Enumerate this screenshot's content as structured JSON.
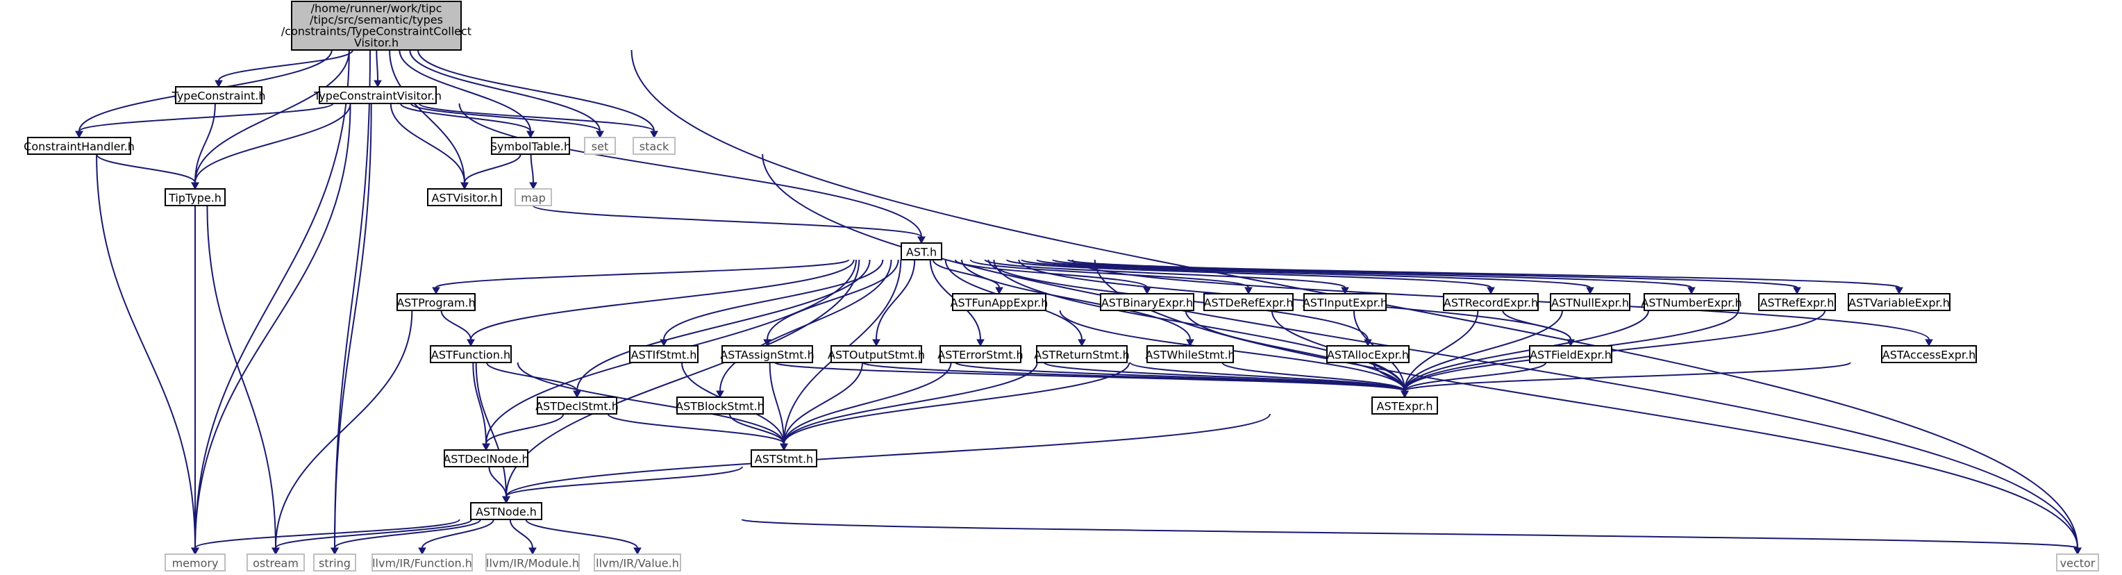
{
  "graph": {
    "root": [
      "/home/runner/work/tipc",
      "/tipc/src/semantic/types",
      "/constraints/TypeConstraintCollect",
      "Visitor.h"
    ],
    "nodes": {
      "TypeConstraint": "TypeConstraint.h",
      "TypeConstraintVisitor": "TypeConstraintVisitor.h",
      "ConstraintHandler": "ConstraintHandler.h",
      "TipType": "TipType.h",
      "SymbolTable": "SymbolTable.h",
      "set": "set",
      "stack": "stack",
      "map": "map",
      "ASTVisitor": "ASTVisitor.h",
      "AST": "AST.h",
      "ASTProgram": "ASTProgram.h",
      "ASTFunction": "ASTFunction.h",
      "ASTDeclStmt": "ASTDeclStmt.h",
      "ASTDeclNode": "ASTDeclNode.h",
      "ASTNode": "ASTNode.h",
      "ASTStmt": "ASTStmt.h",
      "ASTExpr": "ASTExpr.h",
      "ASTIfStmt": "ASTIfStmt.h",
      "ASTAssignStmt": "ASTAssignStmt.h",
      "ASTOutputStmt": "ASTOutputStmt.h",
      "ASTErrorStmt": "ASTErrorStmt.h",
      "ASTReturnStmt": "ASTReturnStmt.h",
      "ASTWhileStmt": "ASTWhileStmt.h",
      "ASTBlockStmt": "ASTBlockStmt.h",
      "ASTFunAppExpr": "ASTFunAppExpr.h",
      "ASTBinaryExpr": "ASTBinaryExpr.h",
      "ASTDeRefExpr": "ASTDeRefExpr.h",
      "ASTInputExpr": "ASTInputExpr.h",
      "ASTAllocExpr": "ASTAllocExpr.h",
      "ASTRecordExpr": "ASTRecordExpr.h",
      "ASTFieldExpr": "ASTFieldExpr.h",
      "ASTNullExpr": "ASTNullExpr.h",
      "ASTNumberExpr": "ASTNumberExpr.h",
      "ASTRefExpr": "ASTRefExpr.h",
      "ASTVariableExpr": "ASTVariableExpr.h",
      "ASTAccessExpr": "ASTAccessExpr.h",
      "memory": "memory",
      "ostream": "ostream",
      "string": "string",
      "llvmFunction": "llvm/IR/Function.h",
      "llvmModule": "llvm/IR/Module.h",
      "llvmValue": "llvm/IR/Value.h",
      "vector": "vector"
    },
    "edges": [
      [
        "root",
        "TypeConstraint"
      ],
      [
        "root",
        "TypeConstraintVisitor"
      ],
      [
        "root",
        "ConstraintHandler"
      ],
      [
        "root",
        "TipType"
      ],
      [
        "root",
        "SymbolTable"
      ],
      [
        "root",
        "set"
      ],
      [
        "root",
        "stack"
      ],
      [
        "root",
        "ASTVisitor"
      ],
      [
        "root",
        "memory"
      ],
      [
        "root",
        "string"
      ],
      [
        "root",
        "vector"
      ],
      [
        "TypeConstraint",
        "TipType"
      ],
      [
        "TypeConstraintVisitor",
        "ConstraintHandler"
      ],
      [
        "TypeConstraintVisitor",
        "TipType"
      ],
      [
        "TypeConstraintVisitor",
        "SymbolTable"
      ],
      [
        "TypeConstraintVisitor",
        "set"
      ],
      [
        "TypeConstraintVisitor",
        "stack"
      ],
      [
        "TypeConstraintVisitor",
        "ASTVisitor"
      ],
      [
        "TypeConstraintVisitor",
        "AST"
      ],
      [
        "TypeConstraintVisitor",
        "memory"
      ],
      [
        "TypeConstraintVisitor",
        "string"
      ],
      [
        "ConstraintHandler",
        "TipType"
      ],
      [
        "ConstraintHandler",
        "memory"
      ],
      [
        "TipType",
        "memory"
      ],
      [
        "TipType",
        "ostream"
      ],
      [
        "SymbolTable",
        "ASTVisitor"
      ],
      [
        "SymbolTable",
        "map"
      ],
      [
        "SymbolTable",
        "vector"
      ],
      [
        "ASTVisitor",
        "AST"
      ],
      [
        "AST",
        "ASTProgram"
      ],
      [
        "AST",
        "ASTFunction"
      ],
      [
        "AST",
        "ASTDeclStmt"
      ],
      [
        "AST",
        "ASTDeclNode"
      ],
      [
        "AST",
        "ASTStmt"
      ],
      [
        "AST",
        "ASTIfStmt"
      ],
      [
        "AST",
        "ASTAssignStmt"
      ],
      [
        "AST",
        "ASTOutputStmt"
      ],
      [
        "AST",
        "ASTErrorStmt"
      ],
      [
        "AST",
        "ASTReturnStmt"
      ],
      [
        "AST",
        "ASTWhileStmt"
      ],
      [
        "AST",
        "ASTBlockStmt"
      ],
      [
        "AST",
        "ASTFunAppExpr"
      ],
      [
        "AST",
        "ASTBinaryExpr"
      ],
      [
        "AST",
        "ASTDeRefExpr"
      ],
      [
        "AST",
        "ASTInputExpr"
      ],
      [
        "AST",
        "ASTAllocExpr"
      ],
      [
        "AST",
        "ASTRecordExpr"
      ],
      [
        "AST",
        "ASTFieldExpr"
      ],
      [
        "AST",
        "ASTNullExpr"
      ],
      [
        "AST",
        "ASTNumberExpr"
      ],
      [
        "AST",
        "ASTRefExpr"
      ],
      [
        "AST",
        "ASTVariableExpr"
      ],
      [
        "AST",
        "ASTAccessExpr"
      ],
      [
        "AST",
        "ASTExpr"
      ],
      [
        "AST",
        "ASTNode"
      ],
      [
        "AST",
        "vector"
      ],
      [
        "ASTProgram",
        "ASTFunction"
      ],
      [
        "ASTProgram",
        "ostream"
      ],
      [
        "ASTFunction",
        "ASTDeclStmt"
      ],
      [
        "ASTFunction",
        "ASTDeclNode"
      ],
      [
        "ASTFunction",
        "ASTStmt"
      ],
      [
        "ASTFunction",
        "ASTNode"
      ],
      [
        "ASTDeclStmt",
        "ASTDeclNode"
      ],
      [
        "ASTDeclStmt",
        "ASTStmt"
      ],
      [
        "ASTDeclNode",
        "ASTNode"
      ],
      [
        "ASTStmt",
        "ASTNode"
      ],
      [
        "ASTExpr",
        "ASTNode"
      ],
      [
        "ASTIfStmt",
        "ASTStmt"
      ],
      [
        "ASTIfStmt",
        "ASTExpr"
      ],
      [
        "ASTAssignStmt",
        "ASTStmt"
      ],
      [
        "ASTAssignStmt",
        "ASTExpr"
      ],
      [
        "ASTOutputStmt",
        "ASTStmt"
      ],
      [
        "ASTOutputStmt",
        "ASTExpr"
      ],
      [
        "ASTErrorStmt",
        "ASTStmt"
      ],
      [
        "ASTErrorStmt",
        "ASTExpr"
      ],
      [
        "ASTReturnStmt",
        "ASTStmt"
      ],
      [
        "ASTReturnStmt",
        "ASTExpr"
      ],
      [
        "ASTWhileStmt",
        "ASTStmt"
      ],
      [
        "ASTWhileStmt",
        "ASTExpr"
      ],
      [
        "ASTBlockStmt",
        "ASTStmt"
      ],
      [
        "ASTFunAppExpr",
        "ASTExpr"
      ],
      [
        "ASTBinaryExpr",
        "ASTExpr"
      ],
      [
        "ASTDeRefExpr",
        "ASTExpr"
      ],
      [
        "ASTInputExpr",
        "ASTExpr"
      ],
      [
        "ASTAllocExpr",
        "ASTExpr"
      ],
      [
        "ASTRecordExpr",
        "ASTExpr"
      ],
      [
        "ASTRecordExpr",
        "ASTFieldExpr"
      ],
      [
        "ASTFieldExpr",
        "ASTExpr"
      ],
      [
        "ASTNullExpr",
        "ASTExpr"
      ],
      [
        "ASTNumberExpr",
        "ASTExpr"
      ],
      [
        "ASTRefExpr",
        "ASTExpr"
      ],
      [
        "ASTVariableExpr",
        "ASTExpr"
      ],
      [
        "ASTAccessExpr",
        "ASTExpr"
      ],
      [
        "ASTNode",
        "memory"
      ],
      [
        "ASTNode",
        "ostream"
      ],
      [
        "ASTNode",
        "string"
      ],
      [
        "ASTNode",
        "llvmFunction"
      ],
      [
        "ASTNode",
        "llvmModule"
      ],
      [
        "ASTNode",
        "llvmValue"
      ],
      [
        "ASTNode",
        "vector"
      ]
    ]
  },
  "colors": {
    "edge": "#191970",
    "root_fill": "#bfbfbf",
    "node_border": "#000000",
    "external_border": "#bfbfbf",
    "external_text": "#555555"
  }
}
